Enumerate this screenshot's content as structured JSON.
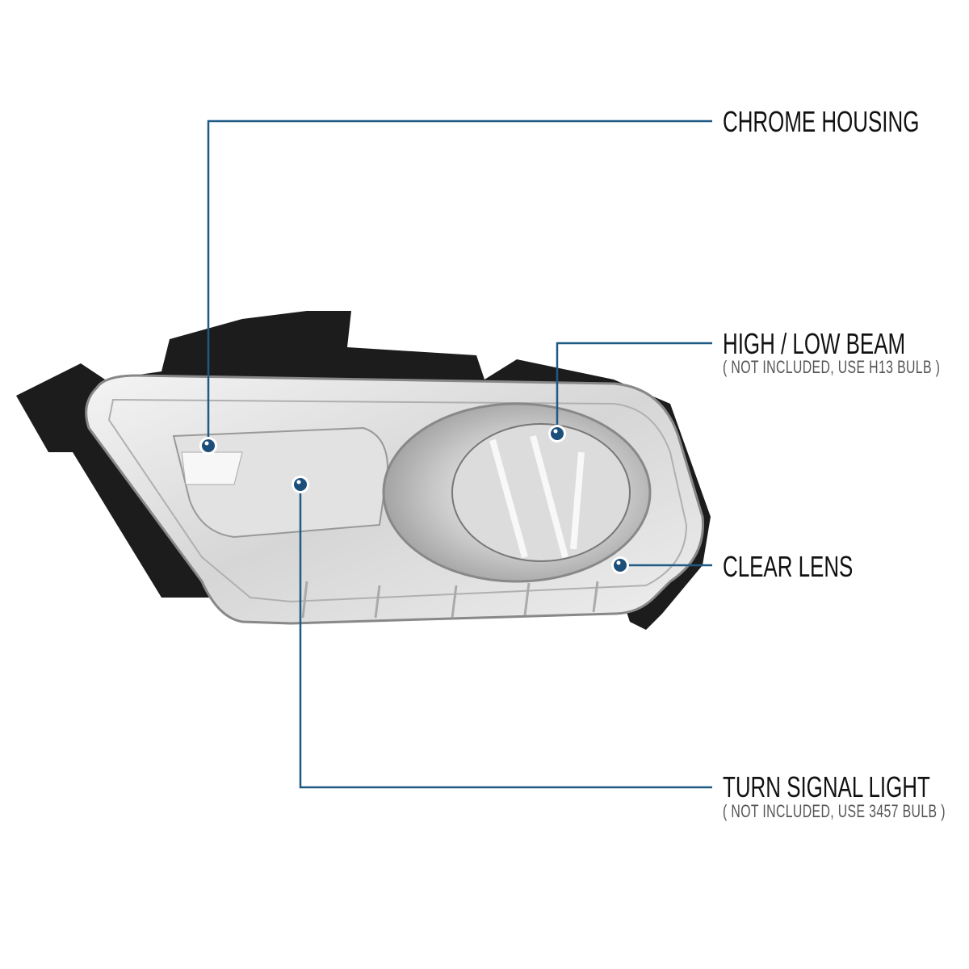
{
  "callouts": [
    {
      "id": "chrome-housing",
      "title": "CHROME HOUSING"
    },
    {
      "id": "high-low-beam",
      "title": "HIGH / LOW BEAM",
      "note": "( NOT INCLUDED, USE  H13  BULB )"
    },
    {
      "id": "clear-lens",
      "title": "CLEAR LENS"
    },
    {
      "id": "turn-signal-light",
      "title": "TURN SIGNAL LIGHT",
      "note": "( NOT INCLUDED, USE  3457  BULB )"
    }
  ],
  "colors": {
    "leader_line": "#1f5a85",
    "dot": "#1b4f7a",
    "title": "#111111",
    "note": "#555555"
  }
}
